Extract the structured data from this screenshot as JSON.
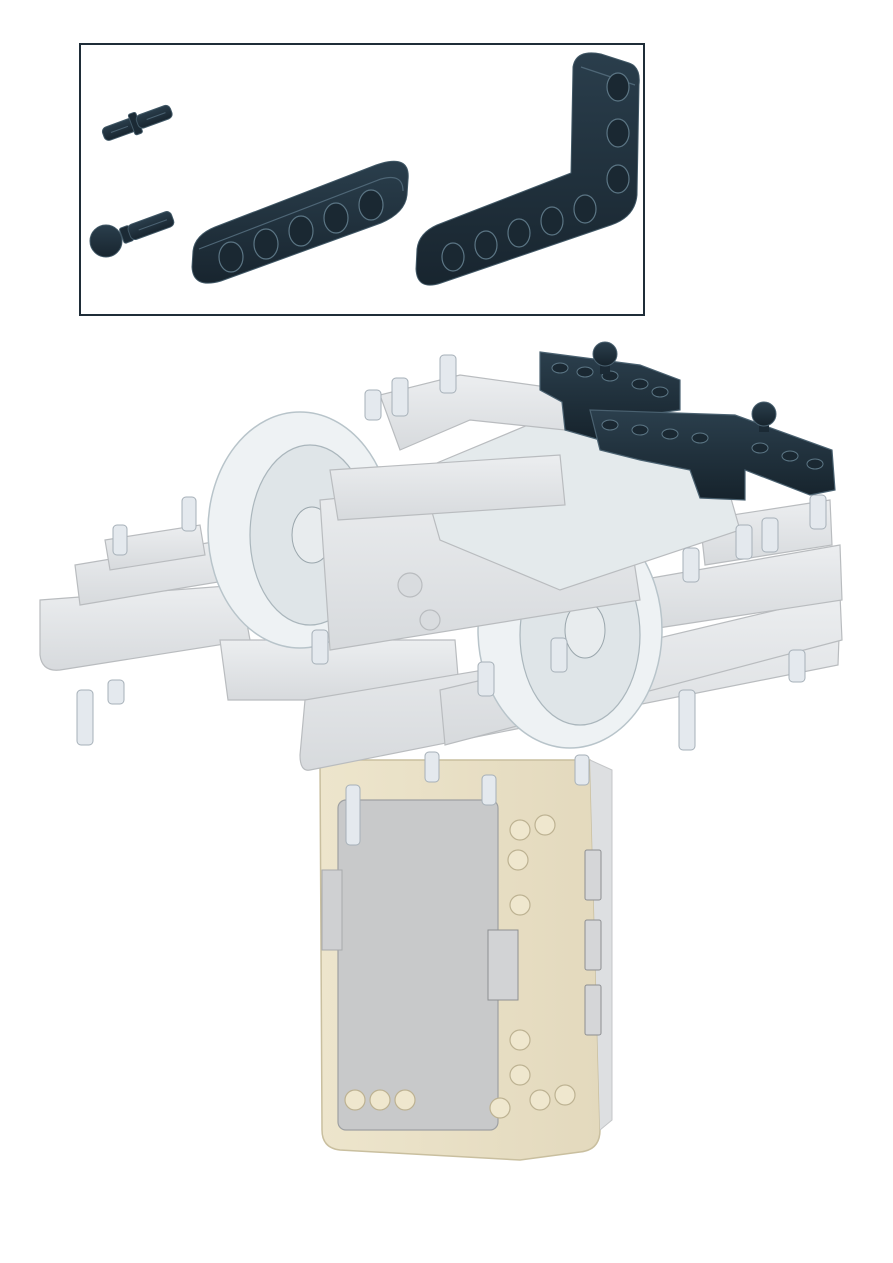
{
  "page": {
    "background": "#ffffff"
  },
  "parts_callout": {
    "border_color": "#1f2d38",
    "part_color": "#1e2f3b",
    "items": [
      {
        "name": "friction-pin",
        "quantity": 1
      },
      {
        "name": "ball-joint-pin",
        "quantity": 1
      },
      {
        "name": "beam-5",
        "quantity": 1
      },
      {
        "name": "l-beam-3x5",
        "quantity": 1
      }
    ]
  },
  "model": {
    "ghost_color": "#e2e4e6",
    "hub_color": "#e9e0c7",
    "tire_color": "#eef2f4",
    "new_part_color": "#1e2f3b"
  }
}
